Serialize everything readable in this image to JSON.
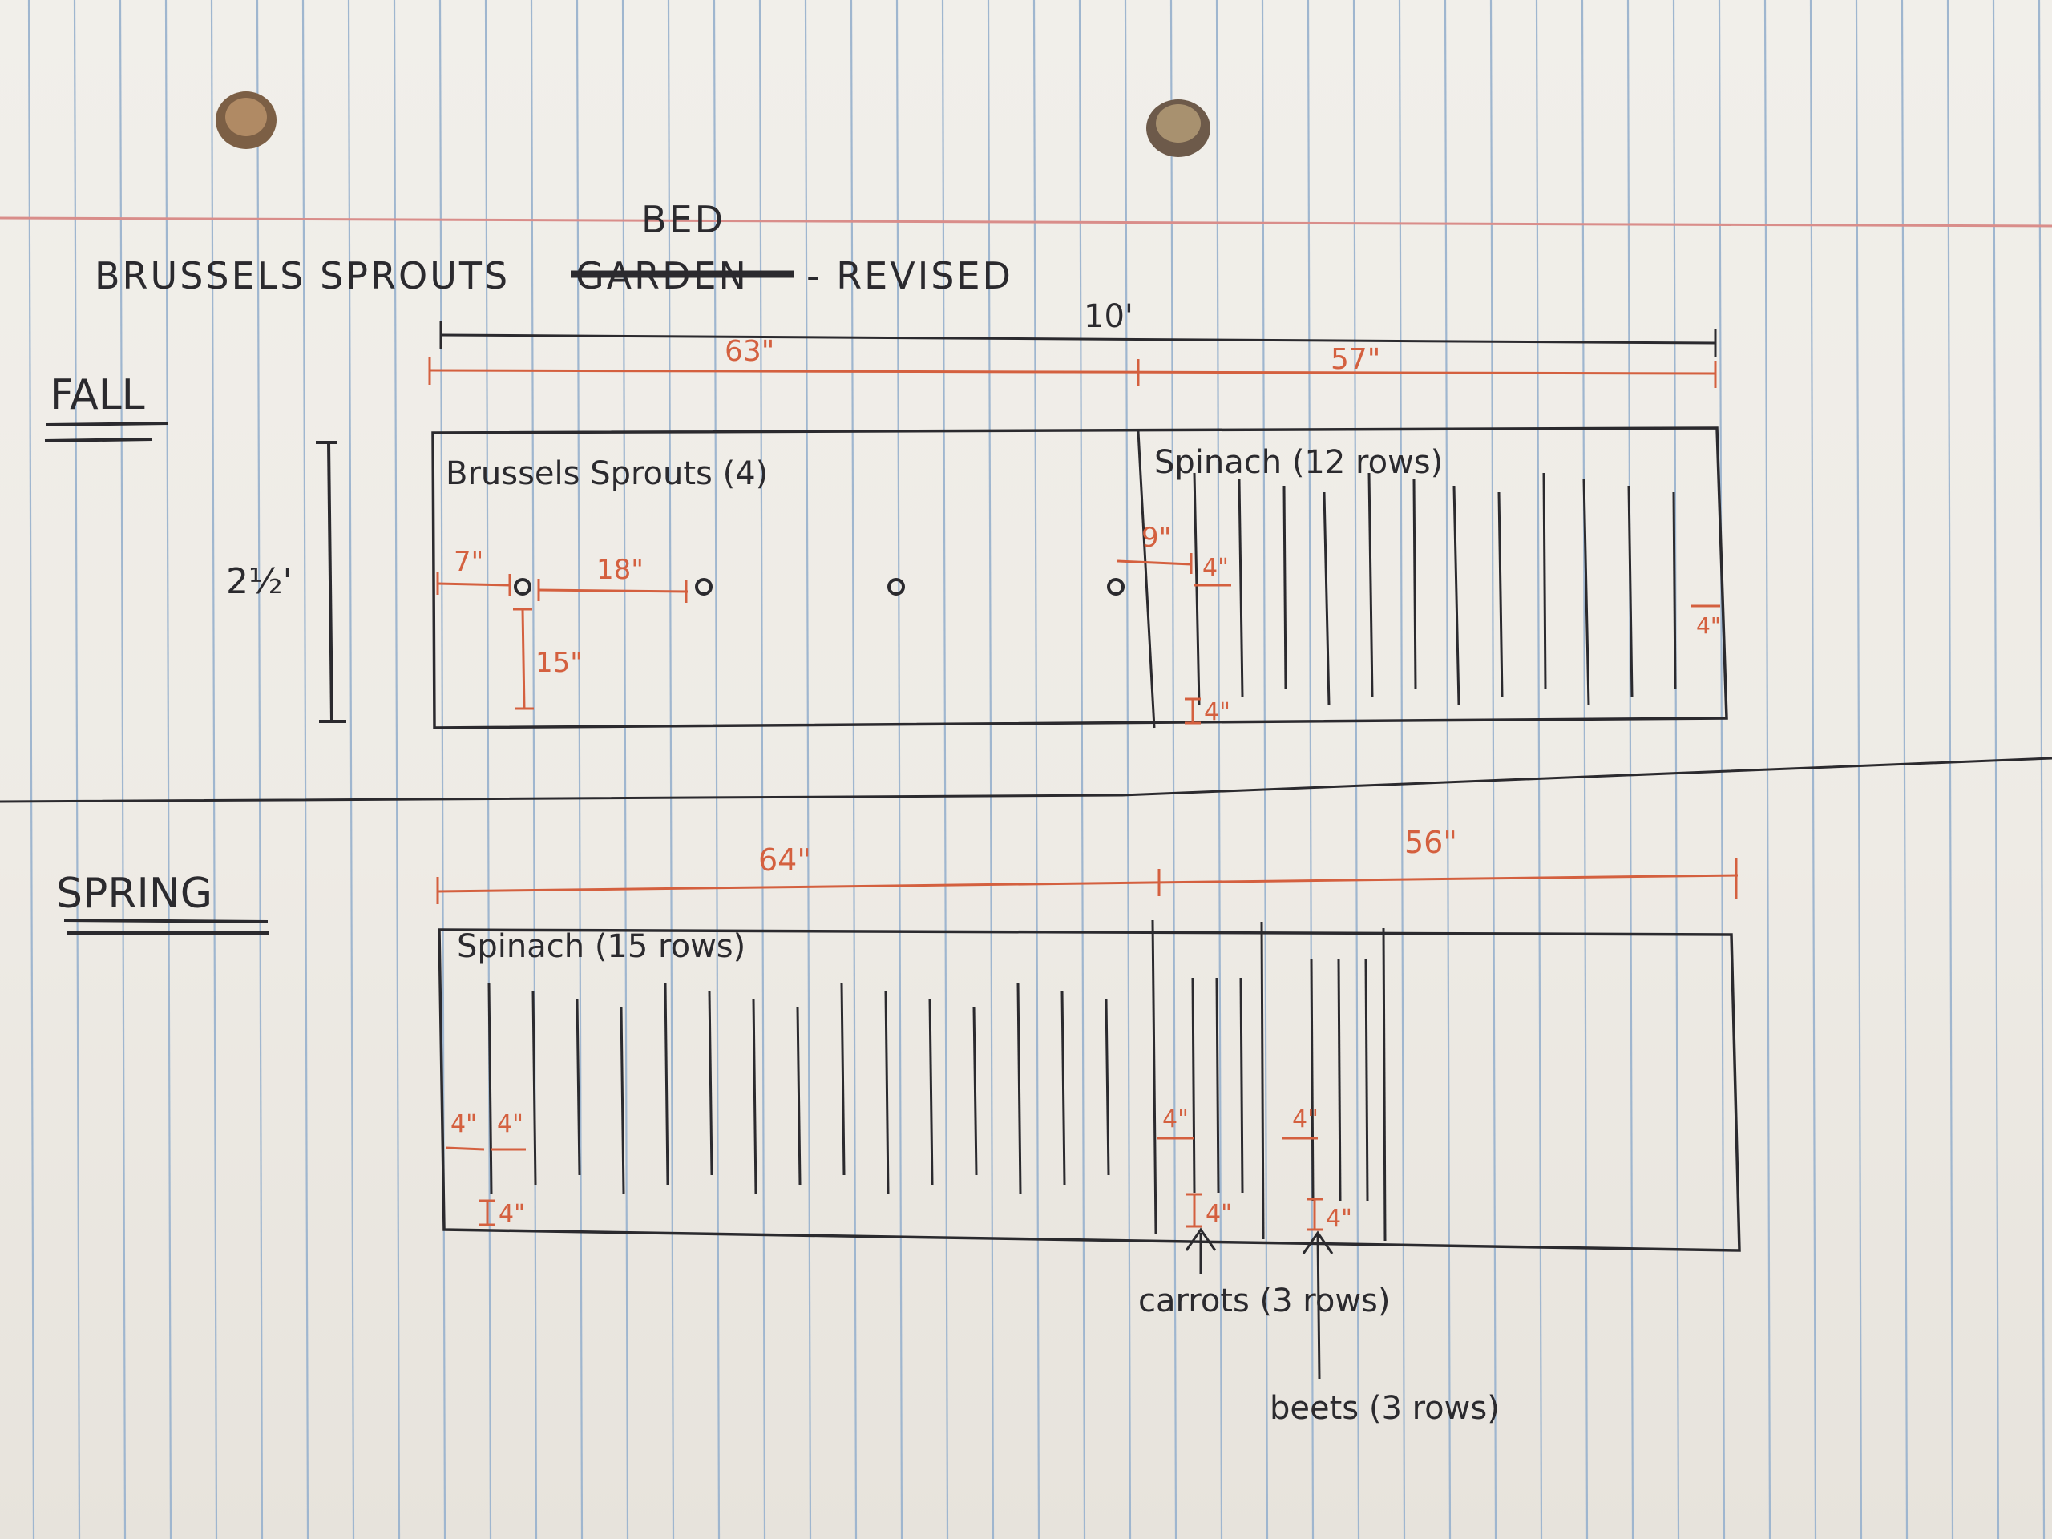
{
  "title": {
    "prefix": "BRUSSELS SPROUTS",
    "struck": "GARDEN",
    "inserted": "BED",
    "suffix": "- REVISED"
  },
  "fall": {
    "heading": "FALL",
    "overall_width": "10'",
    "height": "2½'",
    "split": [
      "63\"",
      "57\""
    ],
    "left_label": "Brussels Sprouts (4)",
    "right_label": "Spinach (12 rows)",
    "dims": {
      "edge_offset": "7\"",
      "sprout_spacing": "18\"",
      "sprout_depth": "15\"",
      "gap_to_spinach": "9\"",
      "row_spacing": "4\"",
      "end_margin": "4\"",
      "bottom_margin": "4\""
    },
    "sprout_count": 4,
    "spinach_rows": 12
  },
  "spring": {
    "heading": "SPRING",
    "split": [
      "64\"",
      "56\""
    ],
    "left_label": "Spinach (15 rows)",
    "carrots_label": "carrots (3 rows)",
    "beets_label": "beets (3 rows)",
    "dims": {
      "edge_margin": "4\"",
      "row_spacing": "4\"",
      "bottom_margin": "4\"",
      "carrot_spacing": "4\"",
      "carrot_bottom": "4\"",
      "beet_spacing": "4\"",
      "beet_bottom": "4\""
    },
    "spinach_rows": 15,
    "carrot_rows": 3,
    "beet_rows": 3
  },
  "colors": {
    "ink": "#2b2a2e",
    "red_pen": "#d4603f",
    "blue_rule": "#9fb6cf",
    "margin_line": "#d98d8a",
    "paper": "#efece6"
  }
}
